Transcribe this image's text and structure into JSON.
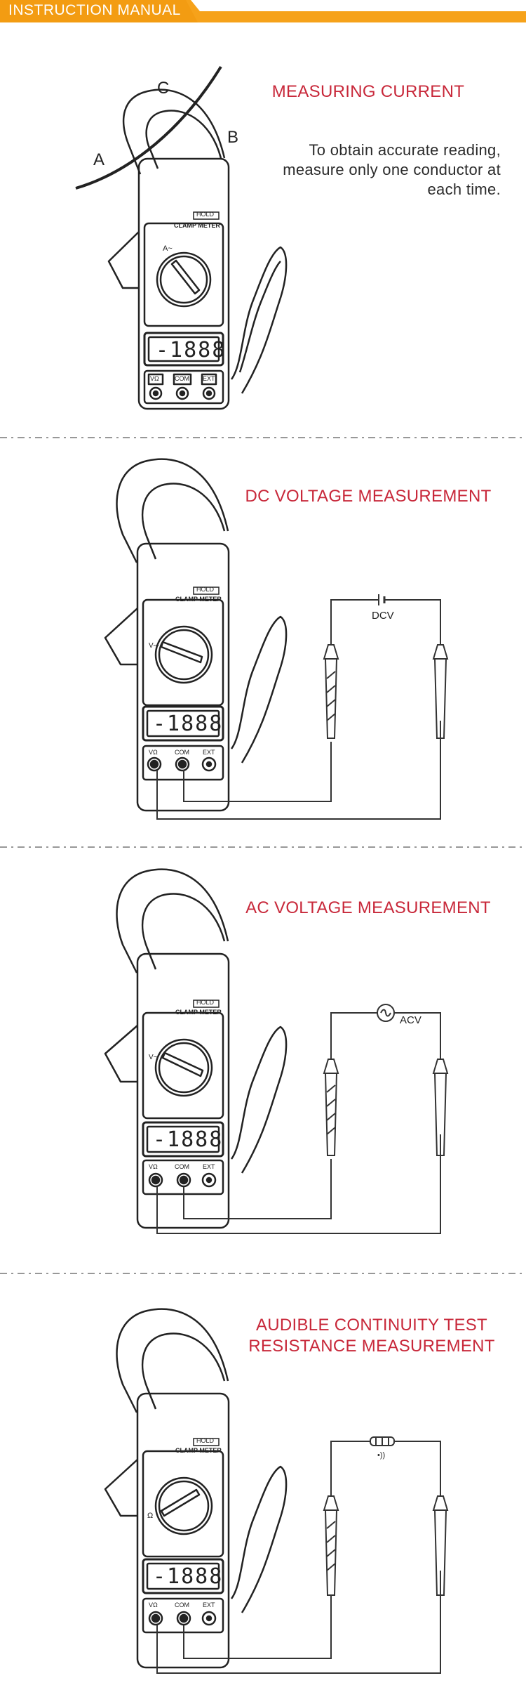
{
  "header": {
    "title": "INSTRUCTION MANUAL",
    "bar_color": "#f6a21a"
  },
  "meter": {
    "hold_label": "HOLD",
    "brand_label": "CLAMP METER",
    "lcd_text": "-1888",
    "jack_labels": [
      "VΩ",
      "COM",
      "EXT"
    ],
    "dial_marks": {
      "current": "A~",
      "dcv": "V⎓",
      "acv": "V~",
      "ohm": "Ω"
    }
  },
  "sections": [
    {
      "heading": "MEASURING CURRENT",
      "description": "To obtain accurate reading, measure only one conductor at each time.",
      "labels": {
        "a": "A",
        "b": "B",
        "c": "C"
      }
    },
    {
      "heading": "DC VOLTAGE MEASUREMENT",
      "component_label": "DCV"
    },
    {
      "heading": "AC VOLTAGE MEASUREMENT",
      "component_label": "ACV"
    },
    {
      "heading_line1": "AUDIBLE CONTINUITY TEST",
      "heading_line2": "RESISTANCE MEASUREMENT",
      "component_label": "•))"
    }
  ],
  "colors": {
    "heading": "#c8283a",
    "divider": "#777777",
    "line": "#222222"
  }
}
